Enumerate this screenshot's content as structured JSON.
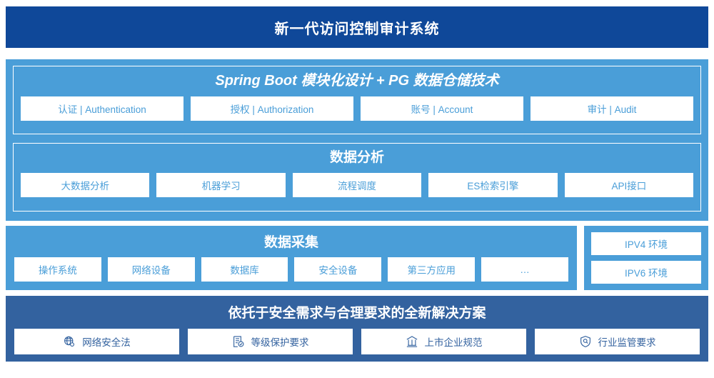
{
  "header": {
    "title": "新一代访问控制审计系统",
    "bg_color": "#0f4899",
    "text_color": "#ffffff"
  },
  "colors": {
    "light_blue": "#4a9ed8",
    "dark_blue": "#33629f",
    "navy": "#0f4899",
    "white": "#ffffff"
  },
  "platform_layer": {
    "title": "Spring Boot 模块化设计 + PG 数据仓储技术",
    "modules": [
      {
        "label": "认证 | Authentication"
      },
      {
        "label": "授权 | Authorization"
      },
      {
        "label": "账号 | Account"
      },
      {
        "label": "审计 | Audit"
      }
    ]
  },
  "analysis_layer": {
    "title": "数据分析",
    "modules": [
      {
        "label": "大数据分析"
      },
      {
        "label": "机器学习"
      },
      {
        "label": "流程调度"
      },
      {
        "label": "ES检索引擎"
      },
      {
        "label": "API接口"
      }
    ]
  },
  "collection_layer": {
    "title": "数据采集",
    "sources": [
      {
        "label": "操作系统"
      },
      {
        "label": "网络设备"
      },
      {
        "label": "数据库"
      },
      {
        "label": "安全设备"
      },
      {
        "label": "第三方应用"
      },
      {
        "label": "…"
      }
    ]
  },
  "environment_panel": {
    "items": [
      {
        "label": "IPV4 环境"
      },
      {
        "label": "IPV6 环境"
      }
    ]
  },
  "compliance_layer": {
    "title": "依托于安全需求与合理要求的全新解决方案",
    "items": [
      {
        "label": "网络安全法",
        "icon": "globe-icon"
      },
      {
        "label": "等级保护要求",
        "icon": "document-check-icon"
      },
      {
        "label": "上市企业规范",
        "icon": "bank-icon"
      },
      {
        "label": "行业监管要求",
        "icon": "shield-search-icon"
      }
    ]
  }
}
